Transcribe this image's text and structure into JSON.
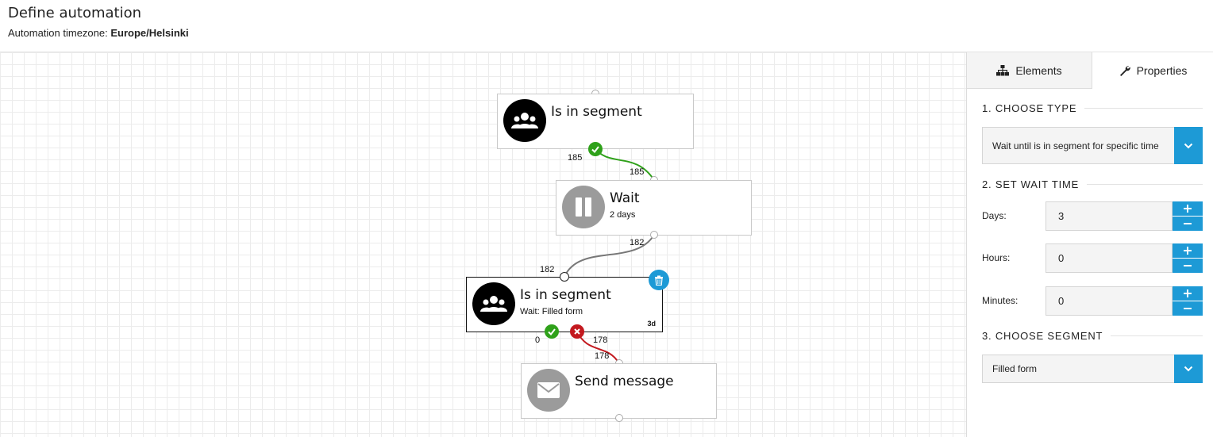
{
  "header": {
    "title": "Define automation",
    "timezone_label": "Automation timezone:",
    "timezone_value": "Europe/Helsinki"
  },
  "flow": {
    "nodes": [
      {
        "title": "Is in segment",
        "subtitle": "",
        "icon": "users-icon"
      },
      {
        "title": "Wait",
        "subtitle": "2 days",
        "icon": "pause-icon"
      },
      {
        "title": "Is in segment",
        "subtitle": "Wait: Filled form",
        "tag": "3d",
        "icon": "users-icon"
      },
      {
        "title": "Send message",
        "subtitle": "",
        "icon": "envelope-icon"
      }
    ],
    "counts": {
      "n1_out": "185",
      "n2_in": "185",
      "n2_out": "182",
      "n3_in": "182",
      "n3_yes": "0",
      "n3_no": "178",
      "n4_in": "178"
    }
  },
  "panel": {
    "tabs": {
      "elements": "Elements",
      "properties": "Properties"
    },
    "section1": "1. CHOOSE TYPE",
    "type_value": "Wait until is in segment for specific time",
    "section2": "2. SET WAIT TIME",
    "days_label": "Days:",
    "days_value": "3",
    "hours_label": "Hours:",
    "hours_value": "0",
    "minutes_label": "Minutes:",
    "minutes_value": "0",
    "section3": "3. CHOOSE SEGMENT",
    "segment_value": "Filled form"
  },
  "colors": {
    "accent": "#1d9ad6",
    "success": "#2fa11a",
    "danger": "#c3191f"
  }
}
